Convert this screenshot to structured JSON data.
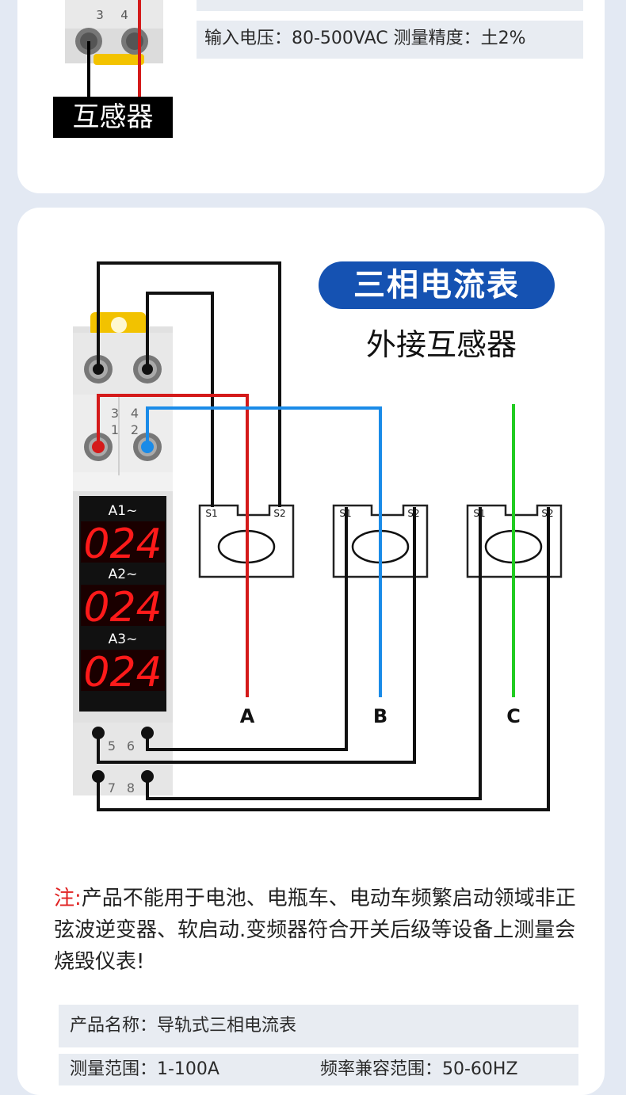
{
  "top_section": {
    "transformer_label": "互感器",
    "spec_line": "输入电压：80-500VAC   测量精度：土2%"
  },
  "main_section": {
    "title": "三相电流表",
    "subtitle": "外接互感器"
  },
  "meter": {
    "terminal_top_numbers": [
      "3",
      "4"
    ],
    "terminal_mid_numbers": [
      "1",
      "2"
    ],
    "terminal_bottom_numbers_row1": [
      "5",
      "6"
    ],
    "terminal_bottom_numbers_row2": [
      "7",
      "8"
    ],
    "displays": [
      {
        "label": "A1~",
        "value": "024"
      },
      {
        "label": "A2~",
        "value": "024"
      },
      {
        "label": "A3~",
        "value": "024"
      }
    ]
  },
  "transformers": [
    {
      "s1": "S1",
      "s2": "S2"
    },
    {
      "s1": "S1",
      "s2": "S2"
    },
    {
      "s1": "S1",
      "s2": "S2"
    }
  ],
  "phases": [
    {
      "label": "A",
      "color": "#d41a1a"
    },
    {
      "label": "B",
      "color": "#1a8be8"
    },
    {
      "label": "C",
      "color": "#22cc22"
    }
  ],
  "note": {
    "mark": "注:",
    "text": "产品不能用于电池、电瓶车、电动车频繁启动领域非正弦波逆变器、软启动.变频器符合开关后级等设备上测量会烧毁仪表!"
  },
  "specs": {
    "product_name": "产品名称：导轨式三相电流表",
    "measure_range_partial": "测量范围：1-100A",
    "frequency_partial": "频率兼容范围：50-60HZ"
  }
}
